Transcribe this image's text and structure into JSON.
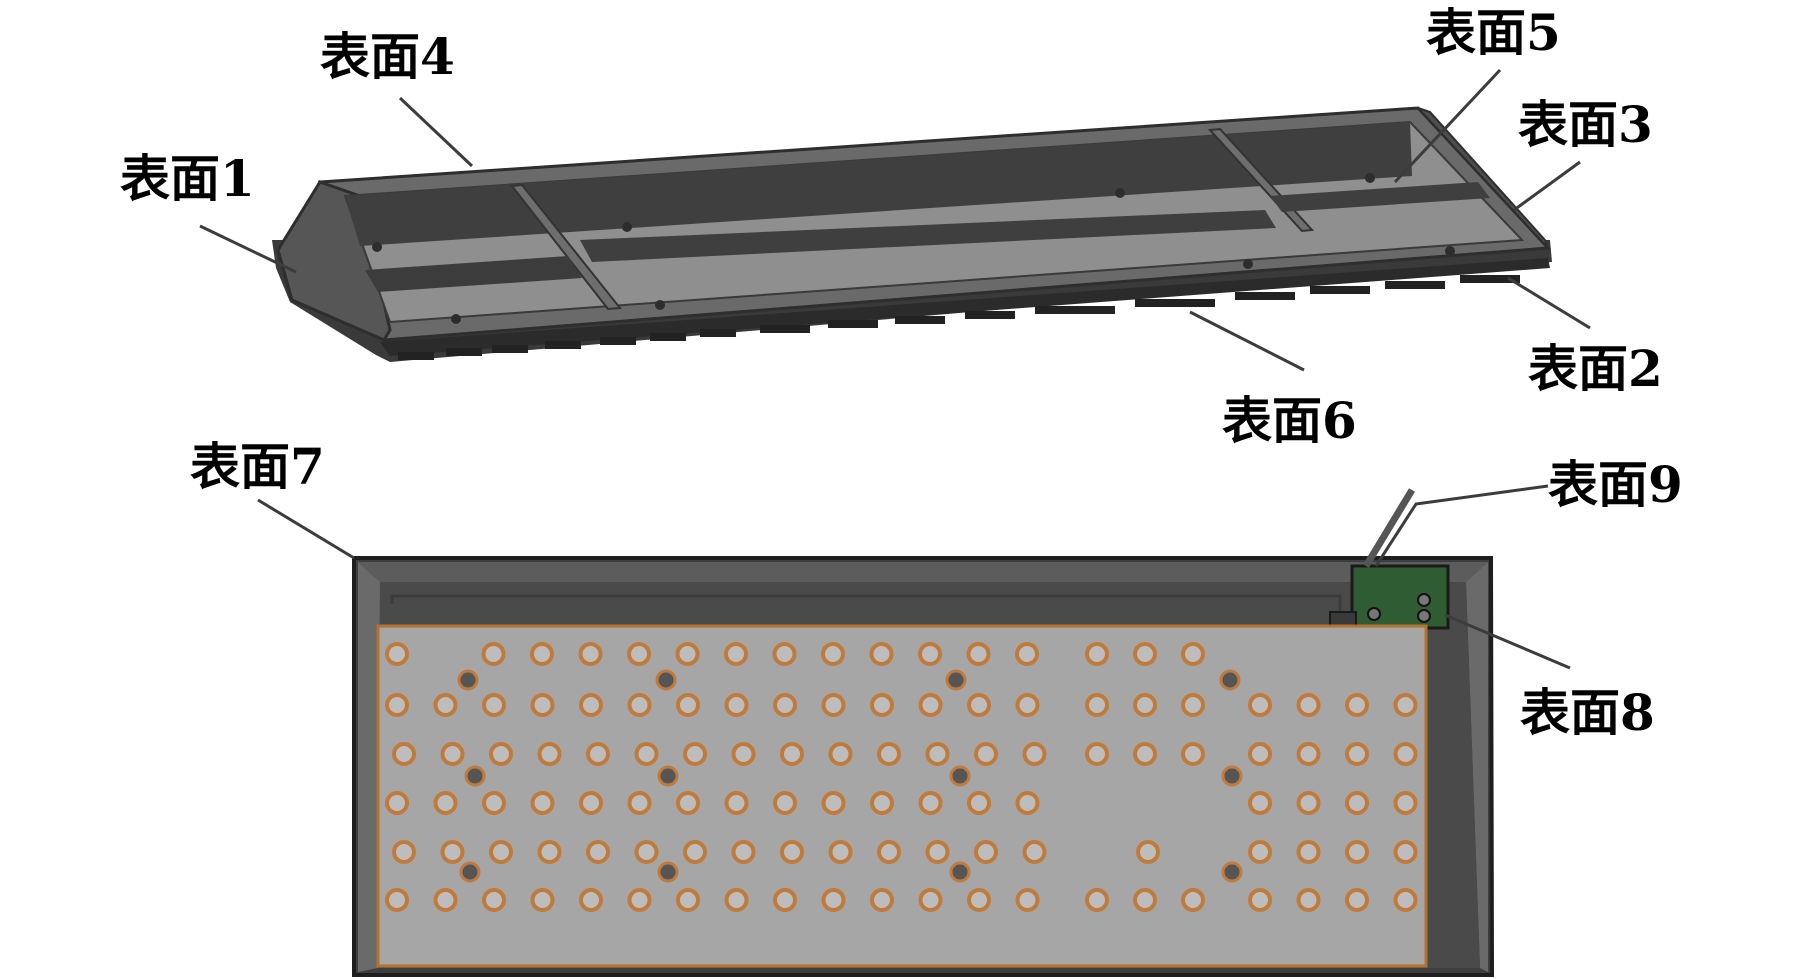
{
  "labels": {
    "s1": "表面1",
    "s2": "表面2",
    "s3": "表面3",
    "s4": "表面4",
    "s5": "表面5",
    "s6": "表面6",
    "s7": "表面7",
    "s8": "表面8",
    "s9": "表面9"
  },
  "colors": {
    "tray_dark": "#3d3d3d",
    "tray_mid": "#5a5a5a",
    "tray_floor": "#8e8e8e",
    "tray_wall": "#7a7a7a",
    "plate_fill": "#a6a6a6",
    "plate_edge": "#b5722e",
    "hole_ring": "#c07a3a",
    "hole_inner": "#bdbdbd",
    "pcb_green": "#2f5c33"
  },
  "icons": {
    "upper_part": "keyboard-upper-case-tray",
    "lower_part": "keyboard-bottom-case-with-plate",
    "pcb": "controller-pcb"
  }
}
